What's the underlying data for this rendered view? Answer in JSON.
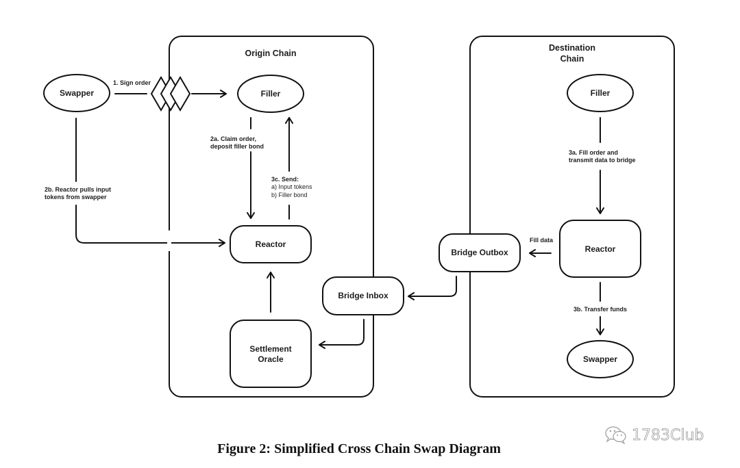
{
  "diagram": {
    "containers": {
      "origin": "Origin Chain",
      "destination_line1": "Destination",
      "destination_line2": "Chain"
    },
    "nodes": {
      "swapper_origin": "Swapper",
      "filler_origin": "Filler",
      "reactor_origin": "Reactor",
      "settlement_oracle_line1": "Settlement",
      "settlement_oracle_line2": "Oracle",
      "bridge_inbox": "Bridge Inbox",
      "bridge_outbox": "Bridge Outbox",
      "filler_dest": "Filler",
      "reactor_dest": "Reactor",
      "swapper_dest": "Swapper"
    },
    "edges": {
      "sign_order": "1. Sign order",
      "claim_order_line1": "2a. Claim order,",
      "claim_order_line2": "deposit filler bond",
      "reactor_pulls_line1": "2b. Reactor pulls input",
      "reactor_pulls_line2": "tokens from swapper",
      "send_line1": "3c. Send:",
      "send_line2": "a) Input tokens",
      "send_line3": "b) Filler bond",
      "fill_order_line1": "3a. Fill order and",
      "fill_order_line2": "transmit data to bridge",
      "fill_data": "Fill data",
      "transfer_funds": "3b. Transfer funds"
    }
  },
  "caption": "Figure 2: Simplified Cross Chain Swap Diagram",
  "watermark": "1783Club"
}
